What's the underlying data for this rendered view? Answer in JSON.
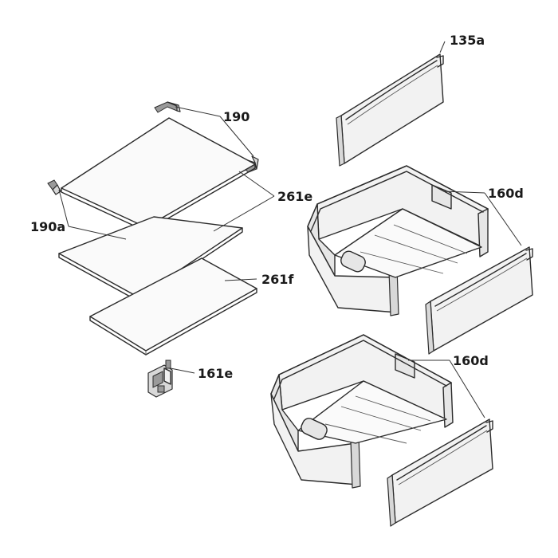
{
  "diagram": {
    "labels": {
      "l135a": "135a",
      "l190": "190",
      "l261e": "261e",
      "l190a": "190a",
      "l261f": "261f",
      "l160d_top": "160d",
      "l160d_bottom": "160d",
      "l161e": "161e"
    }
  }
}
